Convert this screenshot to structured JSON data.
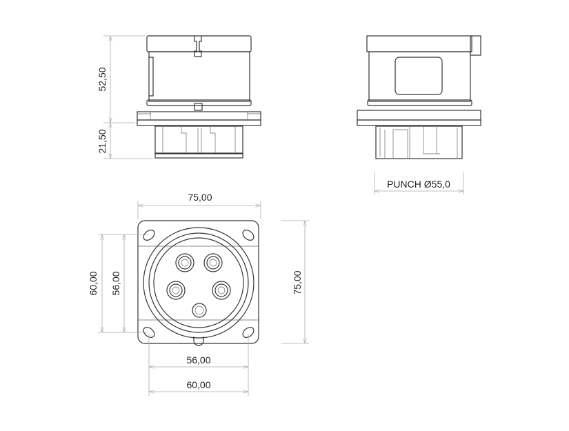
{
  "side_view": {
    "dim_upper": "52,50",
    "dim_lower": "21,50"
  },
  "rear_view": {
    "punch_label": "PUNCH Ø55,0"
  },
  "front_view": {
    "dim_top_width": "75,00",
    "dim_right_height": "75,00",
    "dim_left_outer": "60,00",
    "dim_left_inner": "56,00",
    "dim_bottom_inner": "56,00",
    "dim_bottom_outer": "60,00"
  }
}
